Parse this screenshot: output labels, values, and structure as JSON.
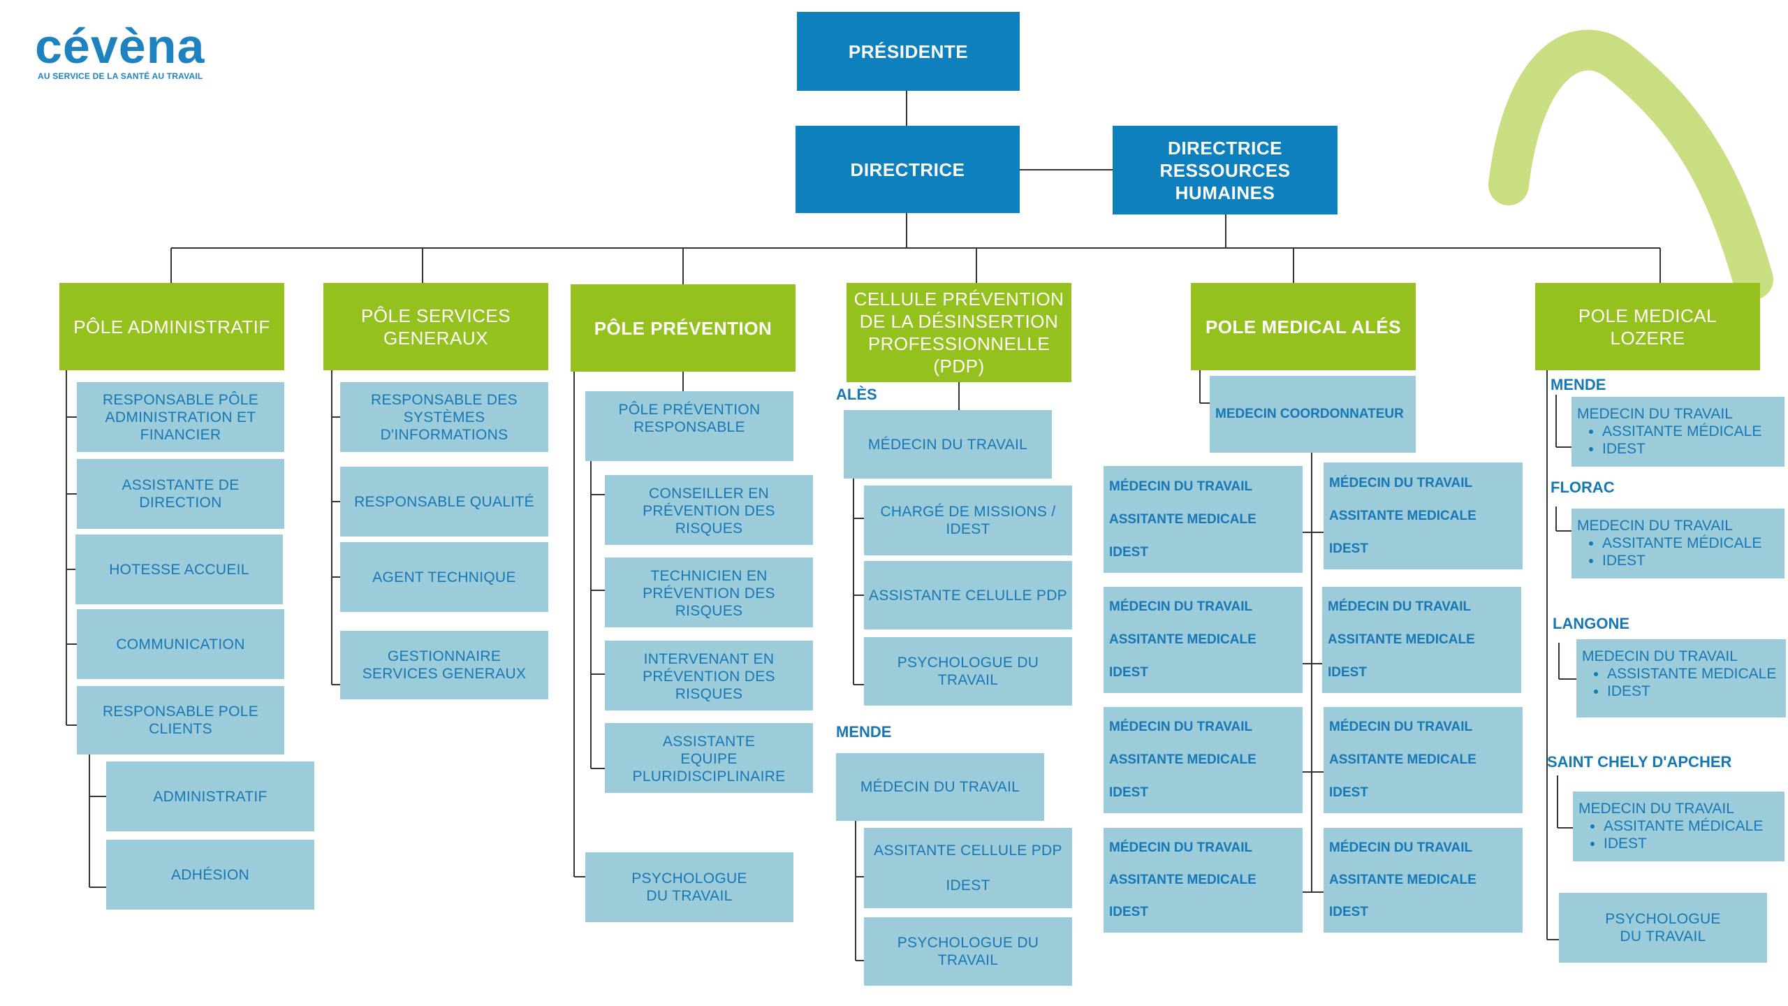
{
  "logo": {
    "word": "cévèna",
    "tagline": "AU SERVICE DE LA SANTÉ AU TRAVAIL"
  },
  "colors": {
    "dark_blue": "#0f80be",
    "green": "#95c11f",
    "light_blue": "#9ccbd9",
    "text_blue": "#1777b4",
    "arc_green": "#c6dc7a"
  },
  "top": {
    "presidente": "PRÉSIDENTE",
    "directrice": "DIRECTRICE",
    "drh": "DIRECTRICE RESSOURCES HUMAINES"
  },
  "poles": {
    "admin": {
      "title": "PÔLE ADMINISTRATIF",
      "items": [
        "RESPONSABLE PÔLE ADMINISTRATION ET FINANCIER",
        "ASSISTANTE DE DIRECTION",
        "HOTESSE ACCUEIL",
        "COMMUNICATION",
        "RESPONSABLE POLE CLIENTS"
      ],
      "sub": [
        "ADMINISTRATIF",
        "ADHÉSION"
      ]
    },
    "services": {
      "title": "PÔLE SERVICES GENERAUX",
      "items": [
        "RESPONSABLE DES SYSTÈMES D'INFORMATIONS",
        "RESPONSABLE QUALITÉ",
        "AGENT TECHNIQUE",
        "GESTIONNAIRE SERVICES GENERAUX"
      ]
    },
    "prevention": {
      "title": "PÔLE PRÉVENTION",
      "head": "PÔLE PRÉVENTION RESPONSABLE",
      "items": [
        "CONSEILLER EN PRÉVENTION DES RISQUES",
        "TECHNICIEN EN PRÉVENTION DES RISQUES",
        "INTERVENANT EN PRÉVENTION DES RISQUES",
        "ASSISTANTE EQUIPE PLURIDISCIPLINAIRE"
      ],
      "psy": "PSYCHOLOGUE DU TRAVAIL"
    },
    "pdp": {
      "title": "CELLULE PRÉVENTION DE LA DÉSINSERTION PROFESSIONNELLE (PDP)",
      "ales": {
        "label": "ALÈS",
        "head": "MÉDECIN DU TRAVAIL",
        "items": [
          "CHARGÉ DE MISSIONS / IDEST",
          "ASSISTANTE CELULLE PDP",
          "PSYCHOLOGUE DU TRAVAIL"
        ]
      },
      "mende": {
        "label": "MENDE",
        "head": "MÉDECIN DU TRAVAIL",
        "items": [
          "ASSITANTE CELLULE PDP",
          "IDEST",
          "PSYCHOLOGUE DU TRAVAIL"
        ]
      }
    },
    "ales": {
      "title": "POLE MEDICAL ALÉS",
      "coord": "MEDECIN COORDONNATEUR",
      "cell": [
        "MÉDECIN DU TRAVAIL",
        "ASSITANTE MEDICALE",
        "IDEST"
      ]
    },
    "lozere": {
      "title": "POLE MEDICAL LOZERE",
      "sites": [
        {
          "label": "MENDE",
          "head": "MEDECIN DU TRAVAIL",
          "list": [
            "ASSITANTE MÉDICALE",
            "IDEST"
          ]
        },
        {
          "label": "FLORAC",
          "head": "MEDECIN DU TRAVAIL",
          "list": [
            "ASSITANTE MÉDICALE",
            "IDEST"
          ]
        },
        {
          "label": "LANGONE",
          "head": "MEDECIN DU TRAVAIL",
          "list": [
            "ASSISTANTE MEDICALE",
            "IDEST"
          ]
        },
        {
          "label": "SAINT CHELY D'APCHER",
          "head": "MEDECIN DU TRAVAIL",
          "list": [
            "ASSITANTE MÉDICALE",
            "IDEST"
          ]
        }
      ],
      "psy": "PSYCHOLOGUE DU TRAVAIL"
    }
  }
}
